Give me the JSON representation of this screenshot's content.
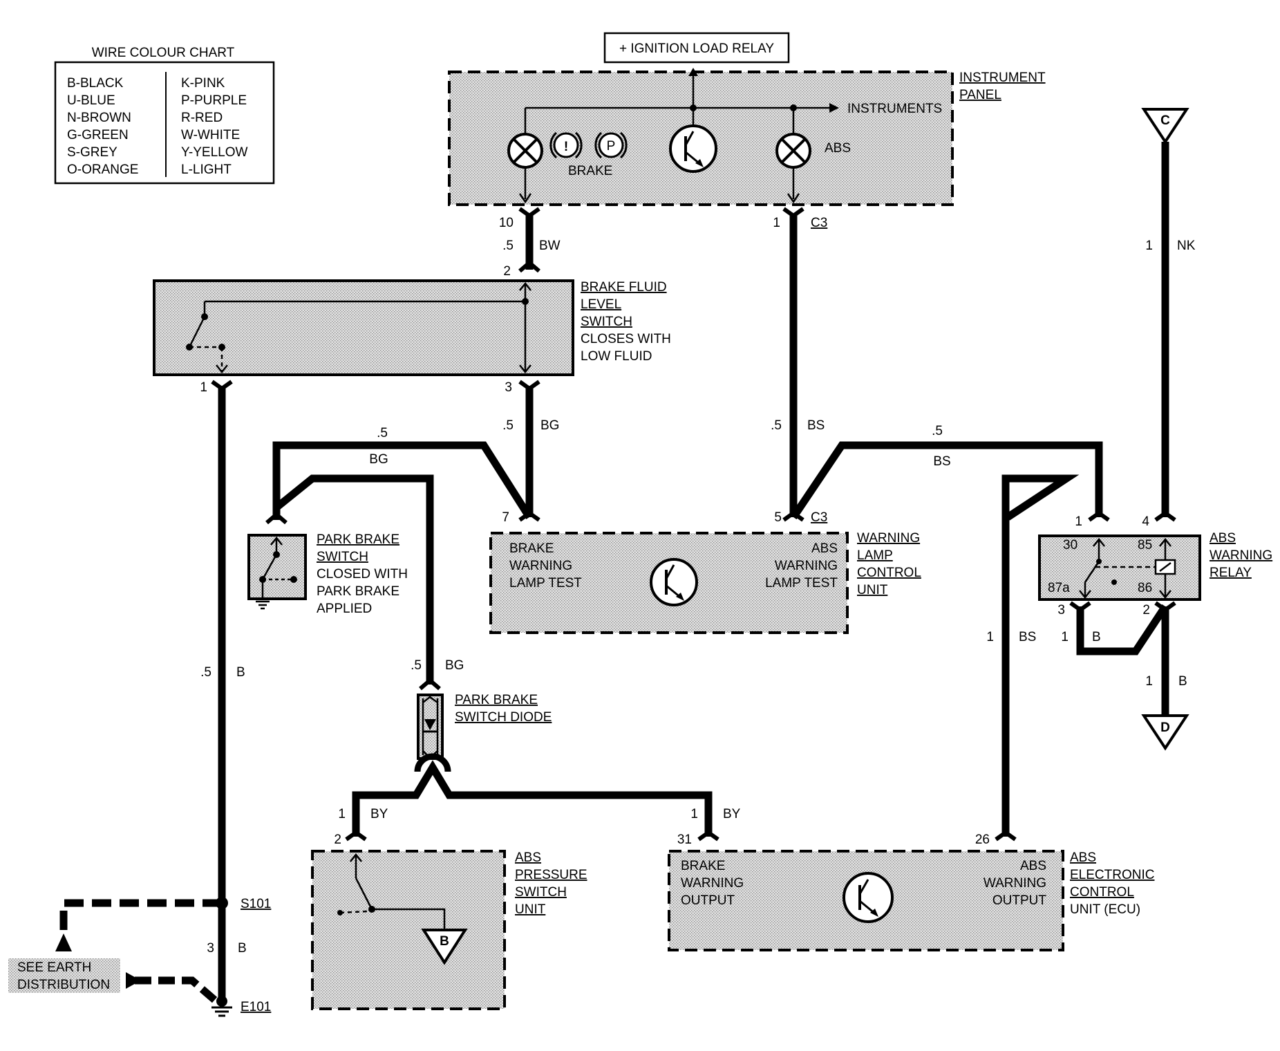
{
  "colour_chart": {
    "title": "WIRE COLOUR CHART",
    "left": [
      "B-BLACK",
      "U-BLUE",
      "N-BROWN",
      "G-GREEN",
      "S-GREY",
      "O-ORANGE"
    ],
    "right": [
      "K-PINK",
      "P-PURPLE",
      "R-RED",
      "W-WHITE",
      "Y-YELLOW",
      "L-LIGHT"
    ]
  },
  "ignition_relay": "+ IGNITION LOAD RELAY",
  "instrument_panel": {
    "label": [
      "INSTRUMENT",
      "PANEL"
    ],
    "instruments": "INSTRUMENTS",
    "brake": "BRAKE",
    "abs": "ABS",
    "p": "P",
    "excl": "!"
  },
  "brake_fluid_switch": [
    "BRAKE FLUID",
    "LEVEL",
    "SWITCH",
    "CLOSES WITH",
    "LOW FLUID"
  ],
  "park_brake_switch": [
    "PARK BRAKE",
    "SWITCH",
    "CLOSED WITH",
    "PARK BRAKE",
    "APPLIED"
  ],
  "warning_lamp_unit": {
    "label": [
      "WARNING",
      "LAMP",
      "CONTROL",
      "UNIT"
    ],
    "left_text": [
      "BRAKE",
      "WARNING",
      "LAMP TEST"
    ],
    "right_text": [
      "ABS",
      "WARNING",
      "LAMP TEST"
    ]
  },
  "abs_relay": {
    "label": [
      "ABS",
      "WARNING",
      "RELAY"
    ],
    "pins": [
      "30",
      "85",
      "87a",
      "86"
    ]
  },
  "park_brake_diode": [
    "PARK BRAKE",
    "SWITCH DIODE"
  ],
  "abs_pressure_switch": [
    "ABS",
    "PRESSURE",
    "SWITCH",
    "UNIT"
  ],
  "abs_ecu": {
    "label": [
      "ABS",
      "ELECTRONIC",
      "CONTROL",
      "UNIT (ECU)"
    ],
    "left_text": [
      "BRAKE",
      "WARNING",
      "OUTPUT"
    ],
    "right_text": [
      "ABS",
      "WARNING",
      "OUTPUT"
    ]
  },
  "connectors": {
    "c": "C",
    "d": "D",
    "b": "B",
    "s101": "S101",
    "e101": "E101",
    "c3_top": "C3",
    "c3_bottom": "C3"
  },
  "earth": [
    "SEE EARTH",
    "DISTRIBUTION"
  ],
  "pins": {
    "p10": "10",
    "p1_ip": "1",
    "p2_bfl": "2",
    "p1_bfl": "1",
    "p3_bfl": "3",
    "p7_wl": "7",
    "p5_wl": "5",
    "p1_rel": "1",
    "p4_rel": "4",
    "p3_rel": "3",
    "p2_rel": "2",
    "p2_aps": "2",
    "p31_ecu": "31",
    "p26_ecu": "26",
    "p3_earth": "3"
  },
  "wire_labels": {
    "bw_size": ".5",
    "bw": "BW",
    "nk_size": "1",
    "nk": "NK",
    "bg1_size": ".5",
    "bg1": "BG",
    "bs1_size": ".5",
    "bs1": "BS",
    "bg2_size": ".5",
    "bg2": "BG",
    "bs2_size": ".5",
    "bs2": "BS",
    "b1_size": ".5",
    "b1": "B",
    "bg3_size": ".5",
    "bg3": "BG",
    "bs3_size": "1",
    "bs3": "BS",
    "b2_size": "1",
    "b2": "B",
    "b3_size": "1",
    "b3": "B",
    "by1_size": "1",
    "by1": "BY",
    "by2_size": "1",
    "by2": "BY",
    "b4": "B"
  }
}
